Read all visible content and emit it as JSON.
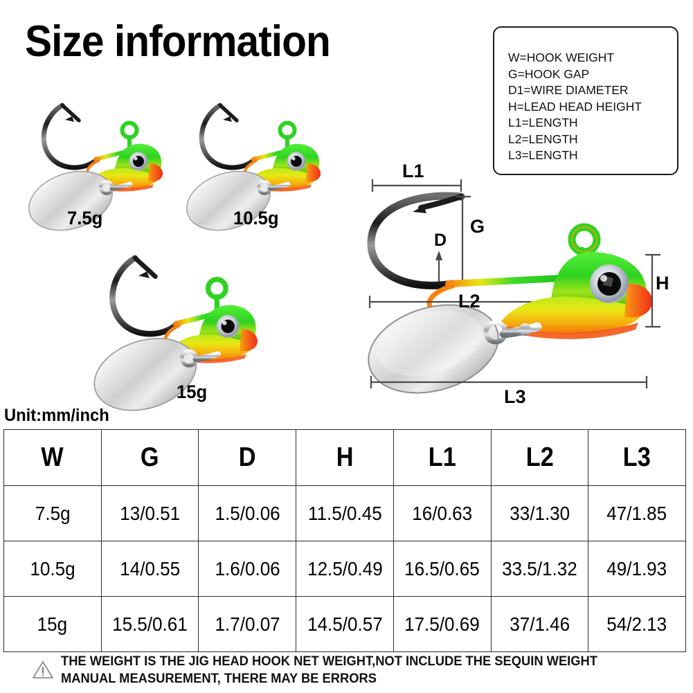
{
  "page": {
    "title": "Size information",
    "unit_label": "Unit:mm/inch"
  },
  "legend": {
    "items": [
      "W=HOOK WEIGHT",
      "G=HOOK GAP",
      "D1=WIRE DIAMETER",
      "H=LEAD HEAD HEIGHT",
      "L1=LENGTH",
      "L2=LENGTH",
      "L3=LENGTH"
    ]
  },
  "product_photos": [
    {
      "weight_label": "7.5g"
    },
    {
      "weight_label": "10.5g"
    },
    {
      "weight_label": "15g"
    }
  ],
  "diagram": {
    "labels": {
      "l1": "L1",
      "l2": "L2",
      "l3": "L3",
      "g": "G",
      "d": "D",
      "h": "H"
    }
  },
  "colors": {
    "head_green": "#2fd42f",
    "head_green_dark": "#17a81c",
    "body_yellow": "#f5e617",
    "body_orange": "#f99a0d",
    "lip_red": "#f5431a",
    "blade_silver": "#d8d8d8",
    "hook_dark": "#2a2a2a",
    "border": "#2b2b2b",
    "text": "#000000"
  },
  "table": {
    "columns": [
      "W",
      "G",
      "D",
      "H",
      "L1",
      "L2",
      "L3"
    ],
    "rows": [
      [
        "7.5g",
        "13/0.51",
        "1.5/0.06",
        "11.5/0.45",
        "16/0.63",
        "33/1.30",
        "47/1.85"
      ],
      [
        "10.5g",
        "14/0.55",
        "1.6/0.06",
        "12.5/0.49",
        "16.5/0.65",
        "33.5/1.32",
        "49/1.93"
      ],
      [
        "15g",
        "15.5/0.61",
        "1.7/0.07",
        "14.5/0.57",
        "17.5/0.69",
        "37/1.46",
        "54/2.13"
      ]
    ]
  },
  "footer": {
    "line1": "THE WEIGHT IS THE JIG HEAD HOOK NET WEIGHT,NOT INCLUDE THE SEQUIN WEIGHT",
    "line2": "MANUAL MEASUREMENT, THERE MAY BE ERRORS"
  }
}
